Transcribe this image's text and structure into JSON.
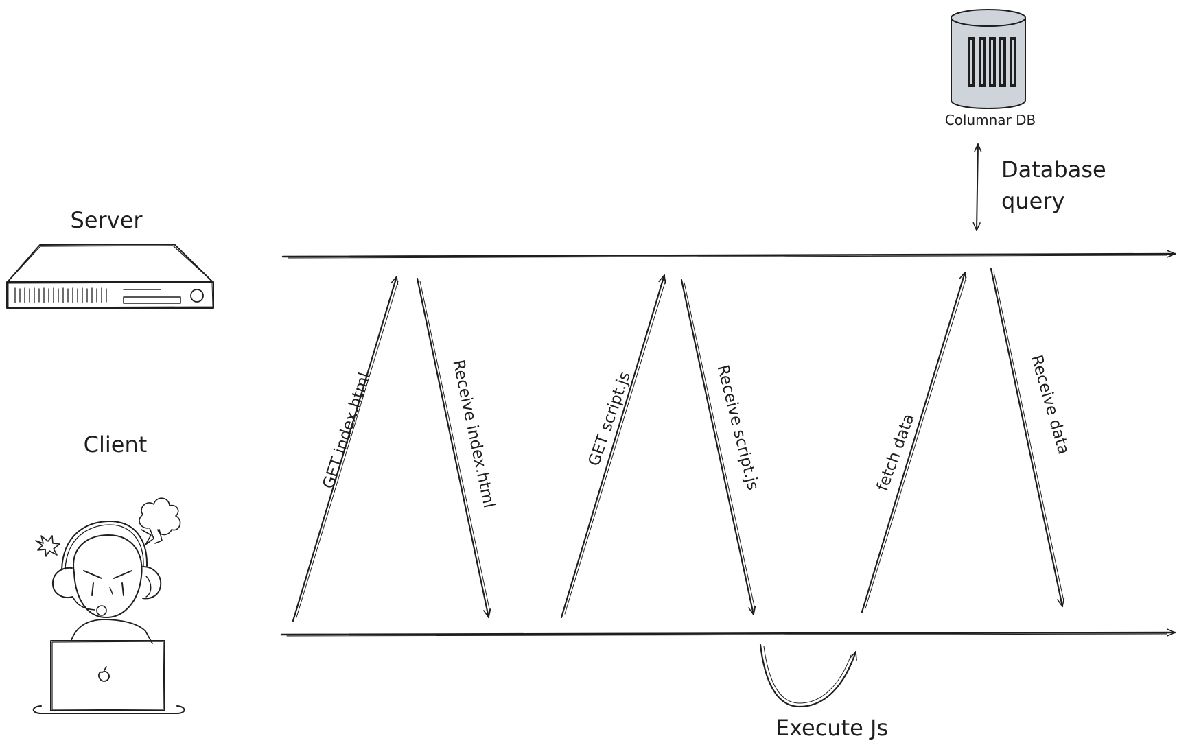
{
  "nodes": {
    "server": {
      "label": "Server",
      "icon": "server-rack-icon"
    },
    "client": {
      "label": "Client",
      "icon": "frustrated-user-with-laptop-icon"
    },
    "database": {
      "label": "Columnar DB",
      "icon": "database-cylinder-icon"
    }
  },
  "messages": [
    {
      "id": "get-index",
      "label": "GET index.html",
      "direction": "client-to-server"
    },
    {
      "id": "receive-index",
      "label": "Receive index.html",
      "direction": "server-to-client"
    },
    {
      "id": "get-script",
      "label": "GET script.js",
      "direction": "client-to-server"
    },
    {
      "id": "receive-script",
      "label": "Receive script.js",
      "direction": "server-to-client"
    },
    {
      "id": "fetch-data",
      "label": "fetch data",
      "direction": "client-to-server"
    },
    {
      "id": "receive-data",
      "label": "Receive data",
      "direction": "server-to-client"
    }
  ],
  "db_query": {
    "label_line1": "Database",
    "label_line2": "query"
  },
  "client_step": {
    "label": "Execute Js"
  },
  "colors": {
    "ink": "#1e1e1e",
    "db_fill": "#ced4da",
    "background": "#ffffff"
  }
}
